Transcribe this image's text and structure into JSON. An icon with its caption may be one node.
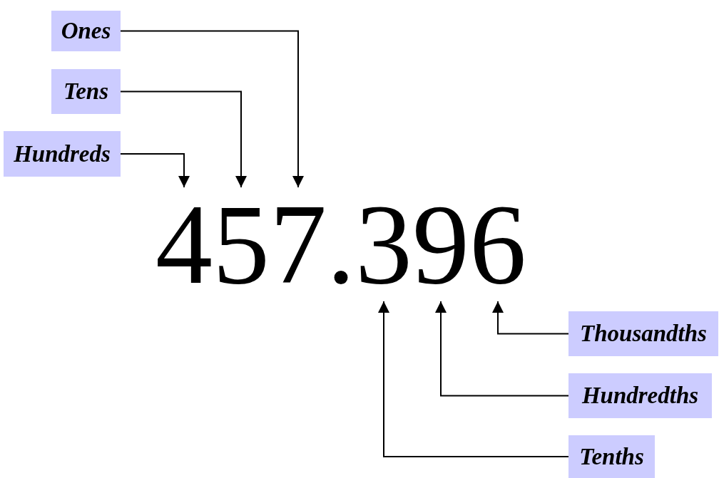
{
  "diagram": {
    "nodes": [
      {
        "text": [
          "Ones"
        ]
      },
      {
        "text": [
          "Tens"
        ]
      },
      {
        "text": [
          "Hundreds"
        ]
      },
      {
        "text": [
          "4"
        ]
      },
      {
        "text": [
          "5"
        ]
      },
      {
        "text": [
          "7"
        ]
      },
      {
        "text": [
          "3"
        ]
      },
      {
        "text": [
          "9"
        ]
      },
      {
        "text": [
          "6"
        ]
      },
      {
        "text": [
          "Thousandths"
        ]
      },
      {
        "text": [
          "Hundredths"
        ]
      },
      {
        "text": [
          "Tenths"
        ]
      }
    ],
    "edges": [
      {
        "from": 2,
        "to": 3,
        "arrow": "to"
      },
      {
        "from": 1,
        "to": 4,
        "arrow": "to"
      },
      {
        "from": 0,
        "to": 5,
        "arrow": "to"
      },
      {
        "from": 9,
        "to": 8,
        "arrow": "to"
      },
      {
        "from": 10,
        "to": 7,
        "arrow": "to"
      },
      {
        "from": 11,
        "to": 6,
        "arrow": "to"
      }
    ],
    "labels": [
      "."
    ]
  }
}
